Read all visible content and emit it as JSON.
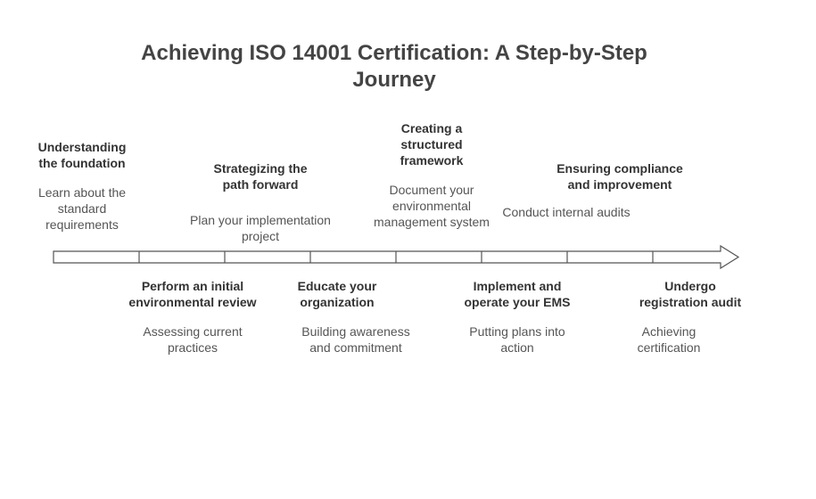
{
  "title": "Achieving ISO 14001 Certification: A Step-by-Step Journey",
  "colors": {
    "heading": "#333333",
    "description": "#555555",
    "arrow_stroke": "#555555",
    "arrow_fill": "#ffffff"
  },
  "steps_above": [
    {
      "heading": "Understanding the foundation",
      "description": "Learn about the standard requirements"
    },
    {
      "heading": "Strategizing the path forward",
      "description": "Plan your implementation project"
    },
    {
      "heading": "Creating a structured framework",
      "description": "Document your environmental management system"
    },
    {
      "heading": "Ensuring compliance and improvement",
      "description": "Conduct internal audits"
    }
  ],
  "steps_below": [
    {
      "heading": "Perform an initial environmental review",
      "description": "Assessing current practices"
    },
    {
      "heading": "Educate your organization",
      "description": "Building awareness and commitment"
    },
    {
      "heading": "Implement and operate your EMS",
      "description": "Putting plans into action"
    },
    {
      "heading": "Undergo registration audit",
      "description": "Achieving certification"
    }
  ]
}
